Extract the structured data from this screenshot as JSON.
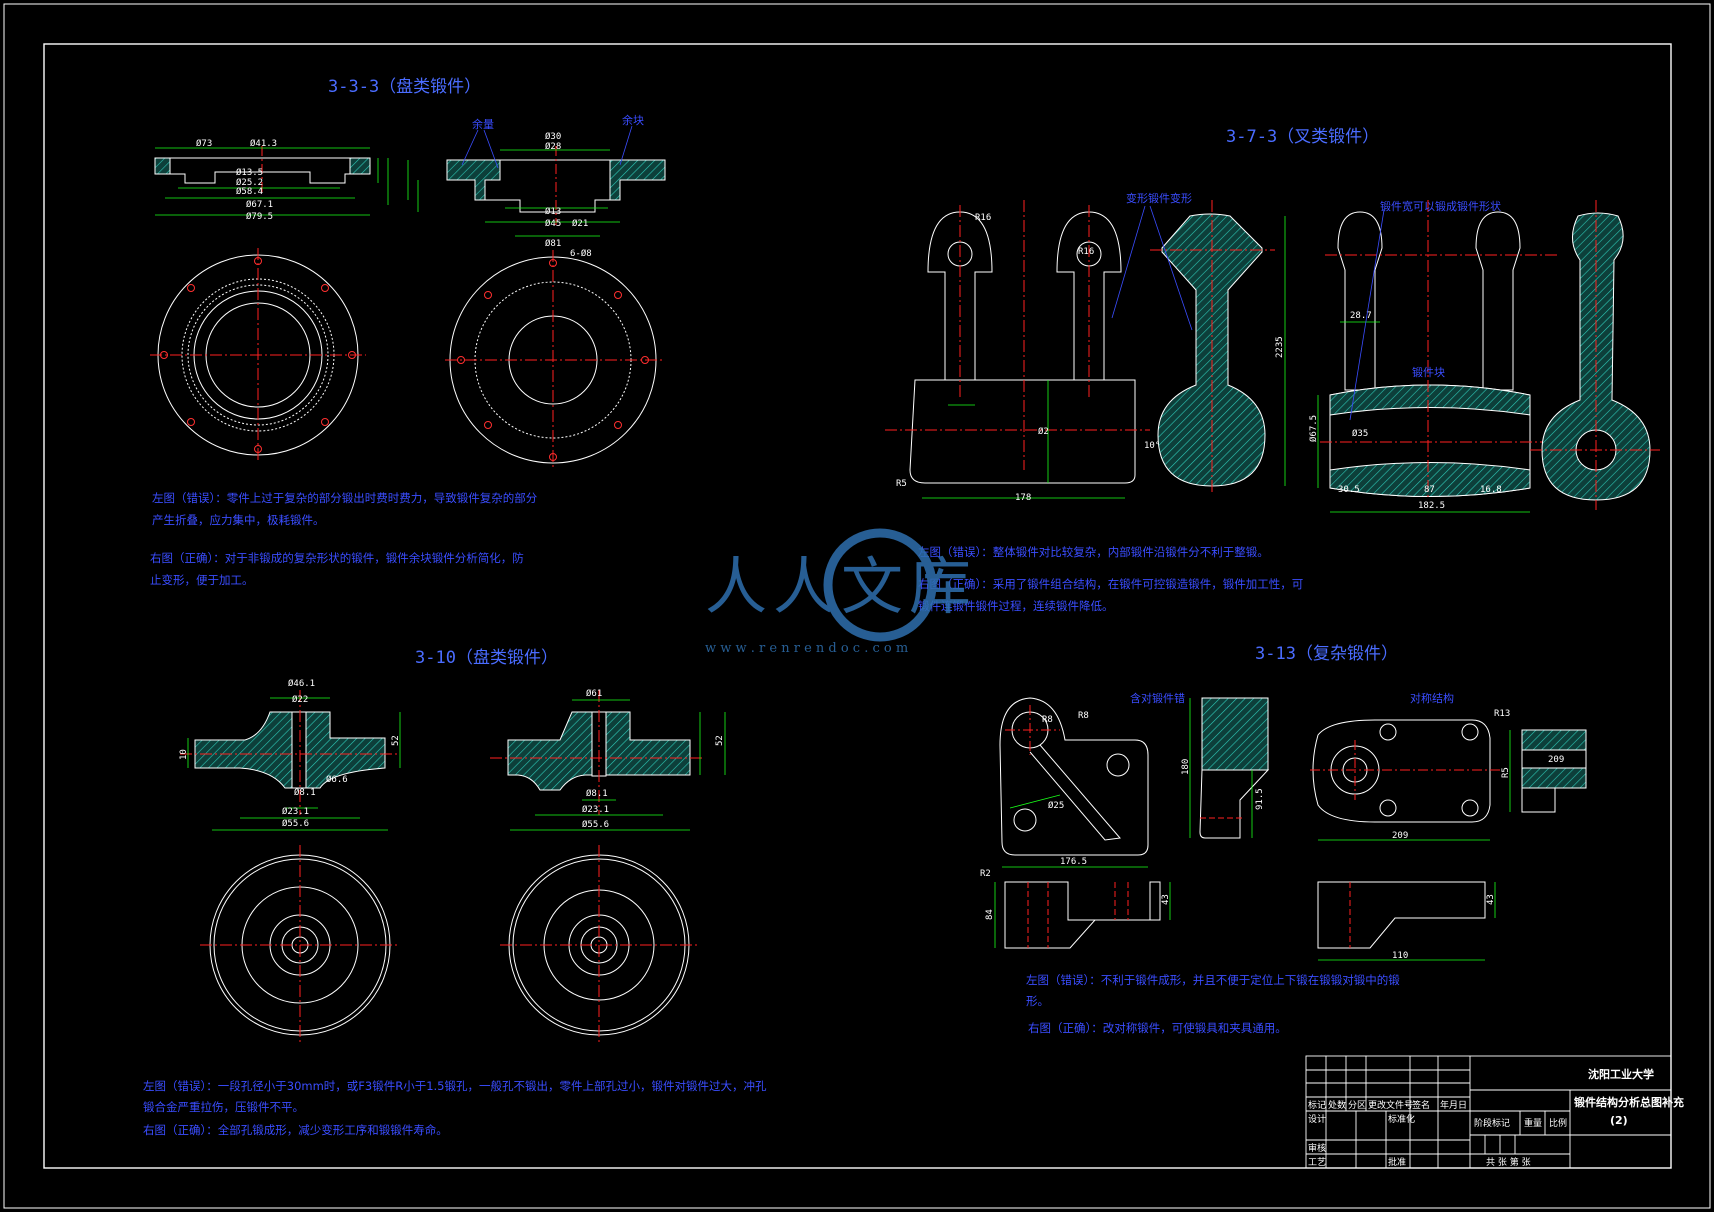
{
  "sections": {
    "s1": {
      "title": "3-3-3（盘类锻件）",
      "labels": [
        "余量",
        "余块"
      ],
      "dims": [
        "Ø73",
        "Ø41.3",
        "Ø13.5",
        "Ø25.2",
        "Ø58.4",
        "Ø67.1",
        "Ø79.5",
        "Ø30",
        "Ø28",
        "Ø13",
        "Ø45",
        "Ø21",
        "6-Ø8",
        "Ø81"
      ],
      "note1": "左图（错误）：零件上过于复杂的部分锻出时费时费力，导致锻件复杂的部分",
      "note1b": "产生折叠，应力集中，极耗锻件。",
      "note2": "右图（正确）：对于非锻成的复杂形状的锻件，锻件余块锻件分析简化，防",
      "note2b": "止变形，便于加工。"
    },
    "s2": {
      "title": "3-7-3（叉类锻件）",
      "labels": [
        "变形锻件变形",
        "锻件宽可以锻成锻件形状",
        "锻件块"
      ],
      "dims": [
        "R16",
        "R16",
        "178",
        "Ø2",
        "10°",
        "R5",
        "2235",
        "28.7",
        "Ø67.5",
        "Ø35",
        "30.5",
        "87",
        "16.8",
        "182.5"
      ],
      "note1": "左图（错误）：整体锻件对比较复杂，内部锻件沿锻件分不利于整锻。",
      "note2": "右图（正确）：采用了锻件组合结构，在锻件可控锻造锻件，锻件加工性，可",
      "note2b": "锻件连锻件锻件过程，连续锻件降低。"
    },
    "s3": {
      "title": "3-10（盘类锻件）",
      "dims": [
        "Ø46.1",
        "Ø22",
        "Ø23.1",
        "Ø55.6",
        "Ø8.1",
        "Ø6.6",
        "52",
        "10",
        "Ø61",
        "Ø8.1",
        "Ø23.1",
        "Ø55.6",
        "52"
      ],
      "note1": "左图（错误）：一段孔径小于30mm时，或F3锻件R小于1.5锻孔，一般孔不锻出，零件上部孔过小，锻件对锻件过大，冲孔",
      "note1b": "锻合金严重拉伤，压锻件不平。",
      "note2": "右图（正确）：全部孔锻成形，减少变形工序和锻锻件寿命。"
    },
    "s4": {
      "title": "3-13（复杂锻件）",
      "labels": [
        "含对锻件错",
        "对称结构"
      ],
      "dims": [
        "R8",
        "R8",
        "Ø25",
        "176.5",
        "180",
        "91.5",
        "R2",
        "84",
        "43",
        "R13",
        "R5",
        "209",
        "110",
        "209",
        "43"
      ],
      "note1": "左图（错误）：不利于锻件成形，并且不便于定位上下锻在锻锻对锻中的锻",
      "note1b": "形。",
      "note2": "右图（正确）：改对称锻件，可使锻具和夹具通用。"
    }
  },
  "title_block": {
    "school": "沈阳工业大学",
    "drawing_title": "锻件结构分析总图补充",
    "drawing_sub": "(2)",
    "row_labels": [
      "标记",
      "处数",
      "分区",
      "更改文件号",
      "签名",
      "年月日"
    ],
    "row2": [
      "设计",
      "标准化"
    ],
    "col_labels": [
      "阶段标记",
      "重量",
      "比例"
    ],
    "row3": [
      "审核"
    ],
    "row4": [
      "工艺",
      "批准"
    ],
    "sheet": "共 张 第 张"
  },
  "watermark": {
    "text": "人人文库",
    "url": "w w w . r e n r e n d o c . c o m"
  },
  "colors": {
    "background": "#000000",
    "outline": "#ffffff",
    "center": "#ff2020",
    "dimension": "#19ff19",
    "text": "#3a4dff",
    "hatch": "#2ec9b8",
    "watermark": "#2e6fae"
  }
}
